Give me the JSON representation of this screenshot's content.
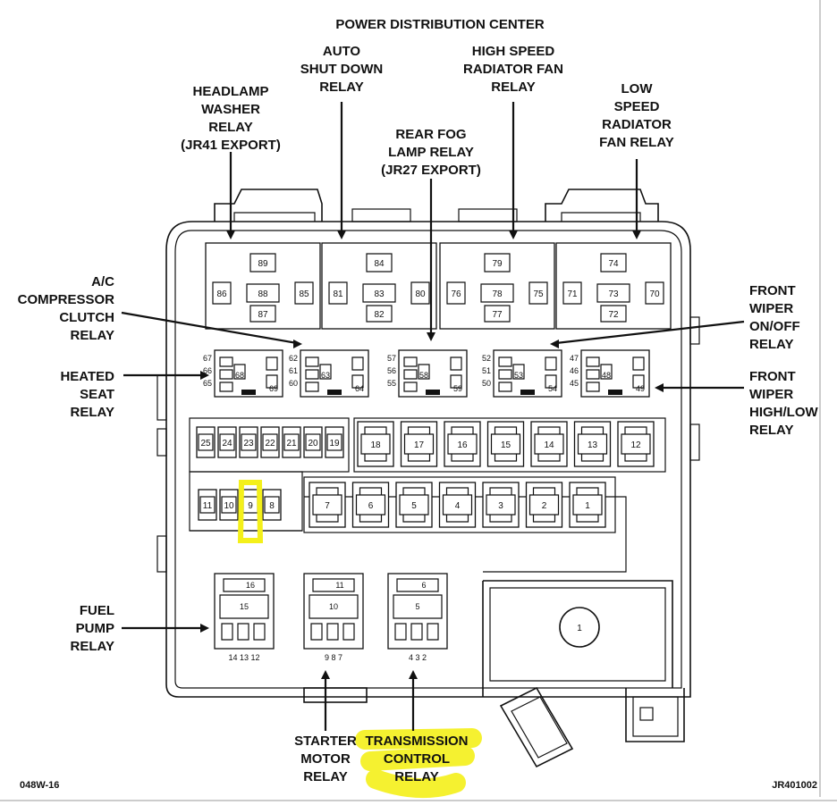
{
  "title": "POWER DISTRIBUTION CENTER",
  "figure_code_left": "048W-16",
  "figure_code_right": "JR401002",
  "labels": {
    "headlamp_washer": [
      "HEADLAMP",
      "WASHER",
      "RELAY",
      "(JR41 EXPORT)"
    ],
    "auto_shut_down": [
      "AUTO",
      "SHUT DOWN",
      "RELAY"
    ],
    "rear_fog": [
      "REAR FOG",
      "LAMP RELAY",
      "(JR27 EXPORT)"
    ],
    "high_speed_fan": [
      "HIGH SPEED",
      "RADIATOR FAN",
      "RELAY"
    ],
    "low_speed_fan": [
      "LOW",
      "SPEED",
      "RADIATOR",
      "FAN RELAY"
    ],
    "ac_compressor": [
      "A/C",
      "COMPRESSOR",
      "CLUTCH",
      "RELAY"
    ],
    "heated_seat": [
      "HEATED",
      "SEAT",
      "RELAY"
    ],
    "front_wiper_onoff": [
      "FRONT",
      "WIPER",
      "ON/OFF",
      "RELAY"
    ],
    "front_wiper_highlow": [
      "FRONT",
      "WIPER",
      "HIGH/LOW",
      "RELAY"
    ],
    "fuel_pump": [
      "FUEL",
      "PUMP",
      "RELAY"
    ],
    "starter_motor": [
      "STARTER",
      "MOTOR",
      "RELAY"
    ],
    "transmission_control": [
      "TRANSMISSION",
      "CONTROL",
      "RELAY"
    ]
  },
  "big_relays": [
    {
      "top": "89",
      "left": "86",
      "center": "88",
      "right": "85",
      "bottom": "87"
    },
    {
      "top": "84",
      "left": "81",
      "center": "83",
      "right": "80",
      "bottom": "82"
    },
    {
      "top": "79",
      "left": "76",
      "center": "78",
      "right": "75",
      "bottom": "77"
    },
    {
      "top": "74",
      "left": "71",
      "center": "73",
      "right": "70",
      "bottom": "72"
    }
  ],
  "mini_relays": [
    {
      "pins": [
        "67",
        "66",
        "65"
      ],
      "center": "68",
      "corner": "69"
    },
    {
      "pins": [
        "62",
        "61",
        "60"
      ],
      "center": "63",
      "corner": "64"
    },
    {
      "pins": [
        "57",
        "56",
        "55"
      ],
      "center": "58",
      "corner": "59"
    },
    {
      "pins": [
        "52",
        "51",
        "50"
      ],
      "center": "53",
      "corner": "54"
    },
    {
      "pins": [
        "47",
        "46",
        "45"
      ],
      "center": "48",
      "corner": "49"
    }
  ],
  "small_fuses_row1": [
    "25",
    "24",
    "23",
    "22",
    "21",
    "20",
    "19"
  ],
  "small_fuses_row2": [
    "11",
    "10",
    "9",
    "8"
  ],
  "cartridge_fuses_row1": [
    "18",
    "17",
    "16",
    "15",
    "14",
    "13",
    "12"
  ],
  "cartridge_fuses_row2": [
    "7",
    "6",
    "5",
    "4",
    "3",
    "2",
    "1"
  ],
  "bottom_relays": [
    {
      "top": "16",
      "center": "15",
      "pins": "14 13 12"
    },
    {
      "top": "11",
      "center": "10",
      "pins": "9  8  7"
    },
    {
      "top": "6",
      "center": "5",
      "pins": "4  3  2"
    }
  ],
  "round_fuse": "1",
  "highlight_color": "#f4f01a"
}
